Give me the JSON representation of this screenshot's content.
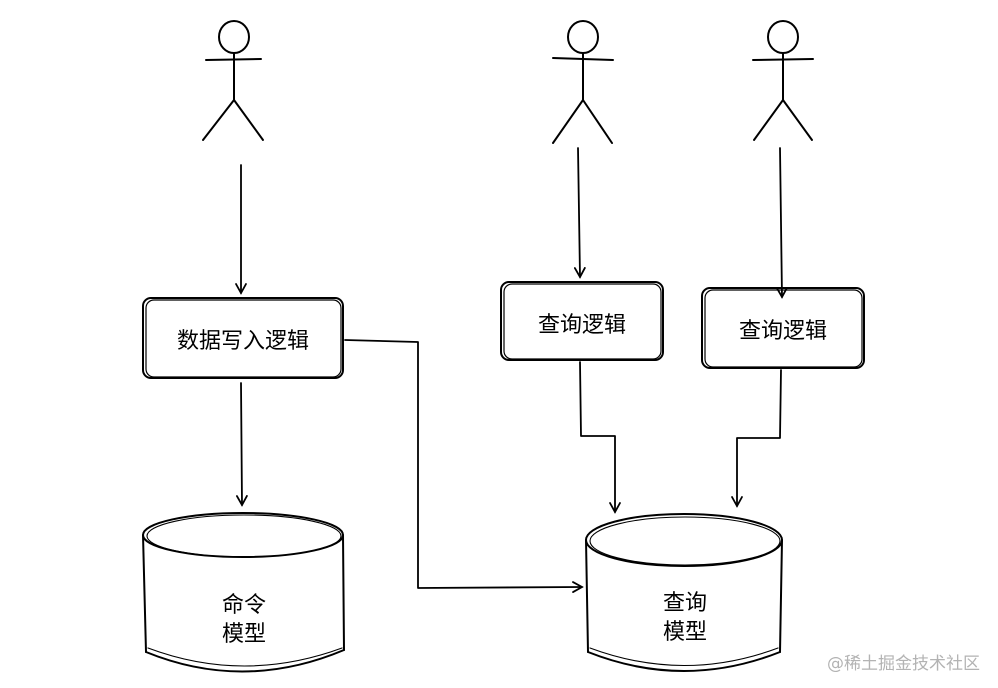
{
  "nodes": {
    "write_logic": "数据写入逻辑",
    "query_logic_1": "查询逻辑",
    "query_logic_2": "查询逻辑",
    "command_model_line1": "命令",
    "command_model_line2": "模型",
    "query_model_line1": "查询",
    "query_model_line2": "模型"
  },
  "watermark": "@稀土掘金技术社区"
}
